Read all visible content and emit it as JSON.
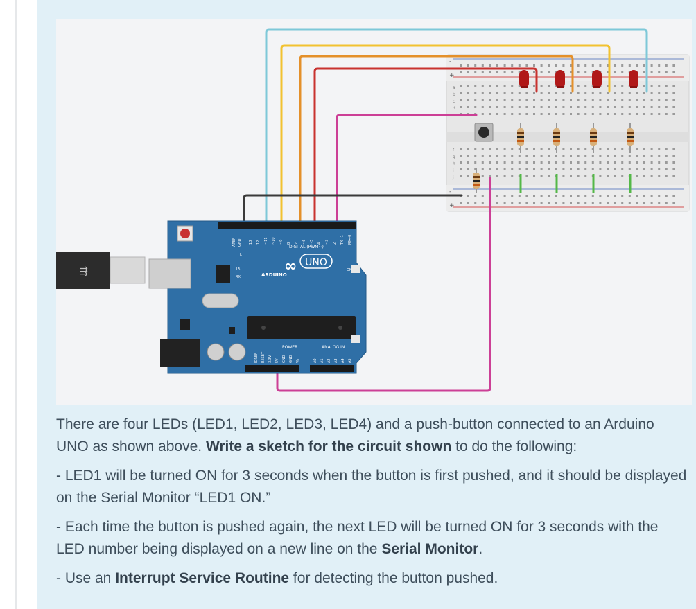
{
  "figure": {
    "board": {
      "header_digital": "DIGITAL (PWM~)",
      "logo_symbol": "∞",
      "model": "UNO",
      "brand": "ARDUINO",
      "label_power": "POWER",
      "label_analog": "ANALOG IN",
      "label_tx": "TX",
      "label_rx": "RX",
      "label_l": "L",
      "label_on": "ON",
      "label_aref": "AREF",
      "label_gnd": "GND",
      "digital_pins": [
        "13",
        "12",
        "~11",
        "~10",
        "~9",
        "8",
        "7",
        "~6",
        "~5",
        "4",
        "~3",
        "2",
        "TX→1",
        "RX←0"
      ],
      "power_pins": [
        "IOREF",
        "RESET",
        "3.3V",
        "5V",
        "GND",
        "GND",
        "Vin"
      ],
      "analog_pins": [
        "A0",
        "A1",
        "A2",
        "A3",
        "A4",
        "A5"
      ]
    },
    "breadboard": {
      "rail_plus": "+",
      "rail_minus": "-",
      "row_letters_top": [
        "a",
        "b",
        "c",
        "d",
        "e"
      ],
      "row_letters_bottom": [
        "f",
        "g",
        "h",
        "i",
        "j"
      ]
    },
    "colors": {
      "board": "#2f6fa6",
      "wire_cyan": "#7ec8d8",
      "wire_yellow": "#f2c230",
      "wire_orange": "#e4902a",
      "wire_red": "#c8322f",
      "wire_magenta": "#cc3f96",
      "wire_black": "#3a3a3a",
      "led": "#b01818",
      "jumper_green": "#54b848"
    }
  },
  "question": {
    "intro_1": "There are four LEDs (LED1, LED2, LED3, LED4) and a push-button connected to an Arduino UNO as shown above. ",
    "intro_bold": "Write a sketch for the circuit shown",
    "intro_2": " to do the following:",
    "bullet_1": "- LED1 will be turned ON for 3 seconds when the button is first pushed, and it should be displayed on the Serial Monitor “LED1 ON.”",
    "bullet_2_1": "- Each time the button is pushed again, the next LED will be turned ON for 3 seconds with the LED number being displayed on a new line on the ",
    "bullet_2_bold": "Serial Monitor",
    "bullet_2_2": ".",
    "bullet_3_1": "- Use an ",
    "bullet_3_bold": "Interrupt Service Routine",
    "bullet_3_2": " for detecting the button pushed."
  }
}
